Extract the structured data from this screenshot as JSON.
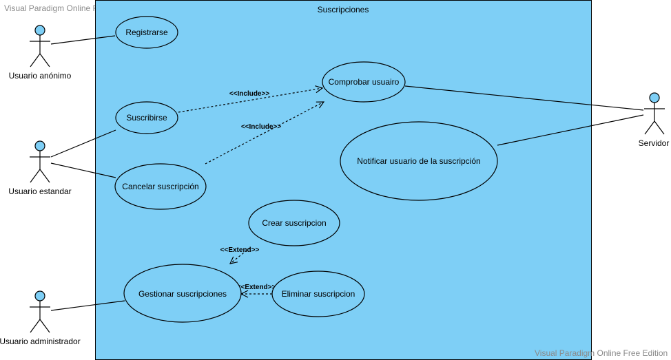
{
  "watermark": {
    "top": "Visual Paradigm Online Free Edition",
    "bottom": "Visual Paradigm Online Free Edition"
  },
  "colors": {
    "system_fill": "#7ecff6",
    "actor_head": "#7ecff6",
    "line": "#000000"
  },
  "system": {
    "title": "Suscripciones"
  },
  "actors": {
    "anonimo": "Usuario anónimo",
    "estandar": "Usuario estandar",
    "administrador": "Usuario administrador",
    "servidor": "Servidor"
  },
  "use_cases": {
    "registrarse": "Registrarse",
    "comprobar": "Comprobar usuairo",
    "suscribirse": "Suscribirse",
    "notificar": "Notificar usuario de la suscripción",
    "cancelar": "Cancelar suscripción",
    "crear": "Crear suscripcion",
    "gestionar": "Gestionar suscripciones",
    "eliminar": "Eliminar suscripcion"
  },
  "relations": {
    "include_1": "<<Include>>",
    "include_2": "<<Include>>",
    "extend_1": "<<Extend>>",
    "extend_2": "<<Extend>>"
  }
}
